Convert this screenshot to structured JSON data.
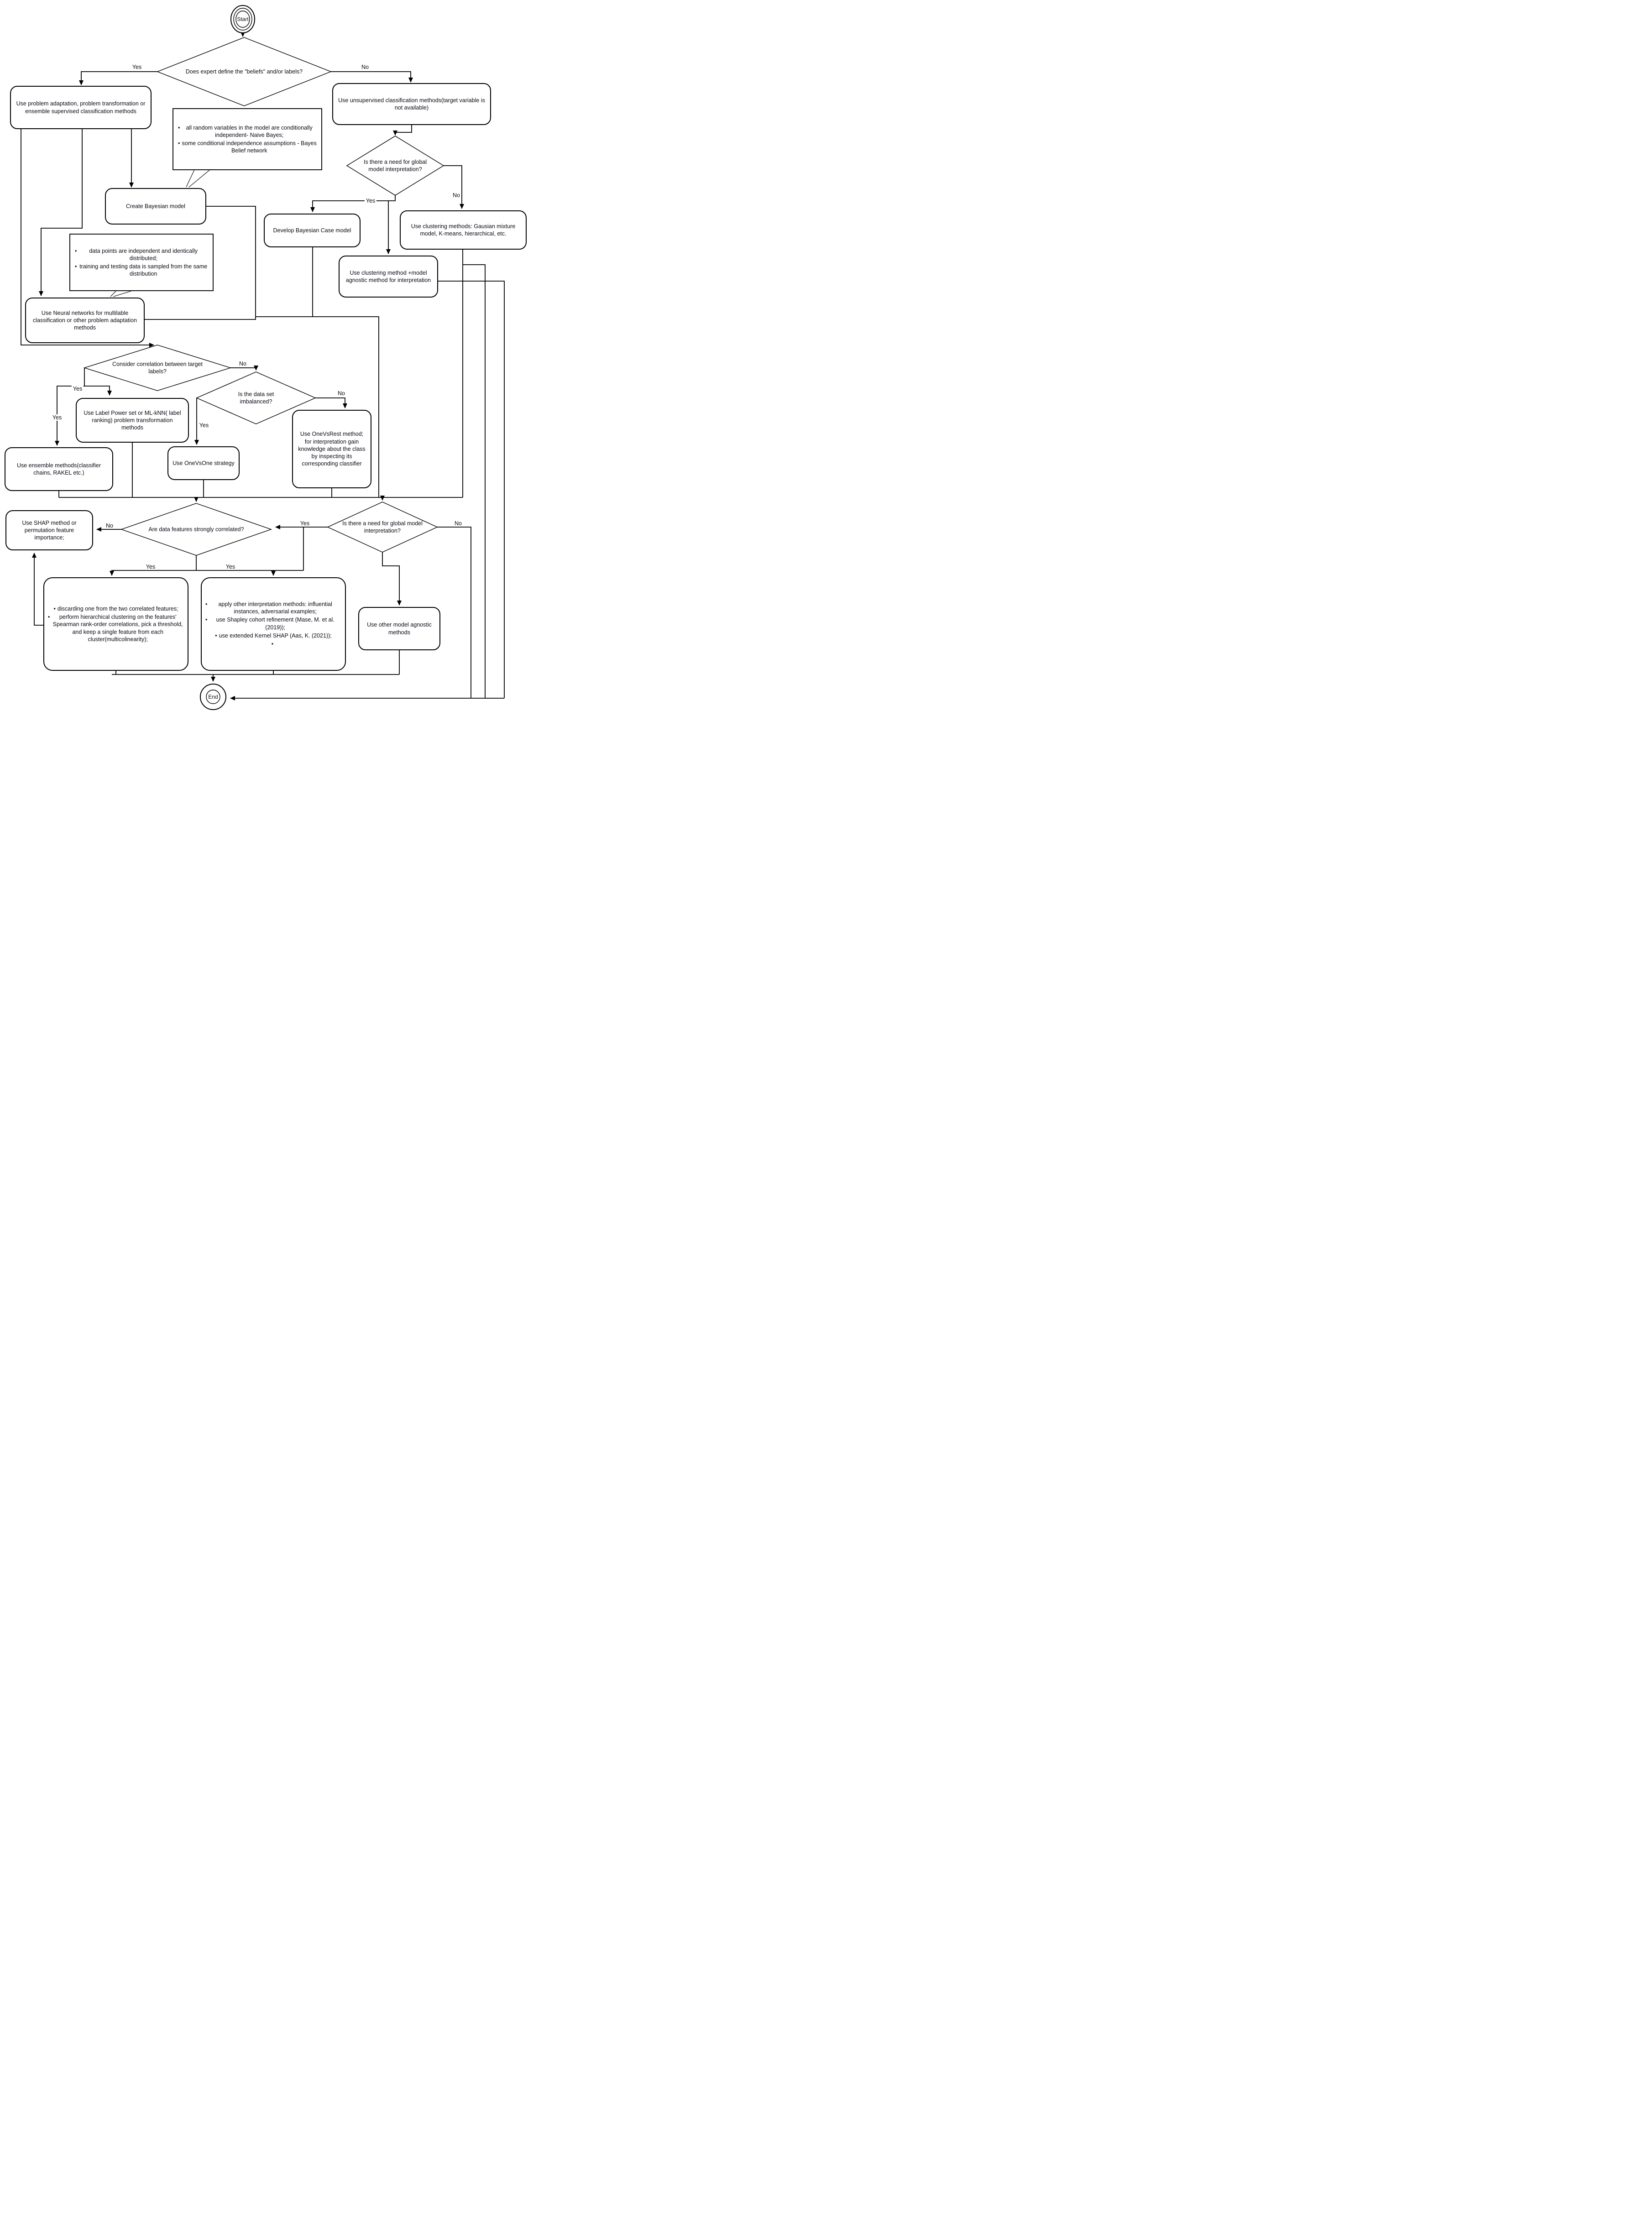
{
  "diagram": {
    "start_label": "Start",
    "end_label": "End",
    "yes": "Yes",
    "no": "No",
    "decisions": {
      "d1": "Does expert define the \"beliefs\" and/or labels?",
      "d2": "Is there a need for global model interpretation?",
      "d3": "Consider correlation between target labels?",
      "d4": "Is the data set imbalanced?",
      "d5": "Are data features strongly correlated?",
      "d6": "Is there a need for global model interpretation?"
    },
    "processes": {
      "p1": "Use problem adaptation,  problem transformation or ensemble supervised classification methods",
      "p2": "Use unsupervised classification methods(target variable is not available)",
      "p3": "Create Bayesian model",
      "p4": "Develop Bayesian Case model",
      "p5": "Use clustering methods: Gausian mixture model, K-means, hierarchical, etc.",
      "p6": "Use clustering method +model agnostic method for interpretation",
      "p7": "Use Neural networks for multilable classification or other problem  adaptation methods",
      "p8": "Use Label Power set or ML-kNN( label ranking) problem transformation methods",
      "p9": "Use ensemble methods(classifier chains, RAKEL etc.)",
      "p10": "Use OneVsOne strategy",
      "p11": "Use OneVsRest method; for interpretation gain knowledge about the class by inspecting its corresponding classifier",
      "p12": "Use SHAP method or permutation feature importance;",
      "p15": "Use other model agnostic methods"
    },
    "callouts": {
      "c1": [
        "all random variables in the model are conditionally independent- Naive Bayes;",
        "some conditional independence assumptions - Bayes Belief network"
      ],
      "c2": [
        "data points are independent and identically distributed;",
        "training and testing data is sampled from the same distribution"
      ],
      "c3": [
        "discarding one from the two correlated features;",
        "perform hierarchical clustering on the features' Spearman rank-order correlations, pick a threshold, and keep a single feature from each cluster(multicolinearity);"
      ],
      "c4": [
        "apply other interpretation methods: influential instances, adversarial examples;",
        "use Shapley cohort refinement (Mase, M. et al. (2019));",
        "use extended Kernel SHAP (Aas, K. (2021));",
        ""
      ]
    }
  }
}
